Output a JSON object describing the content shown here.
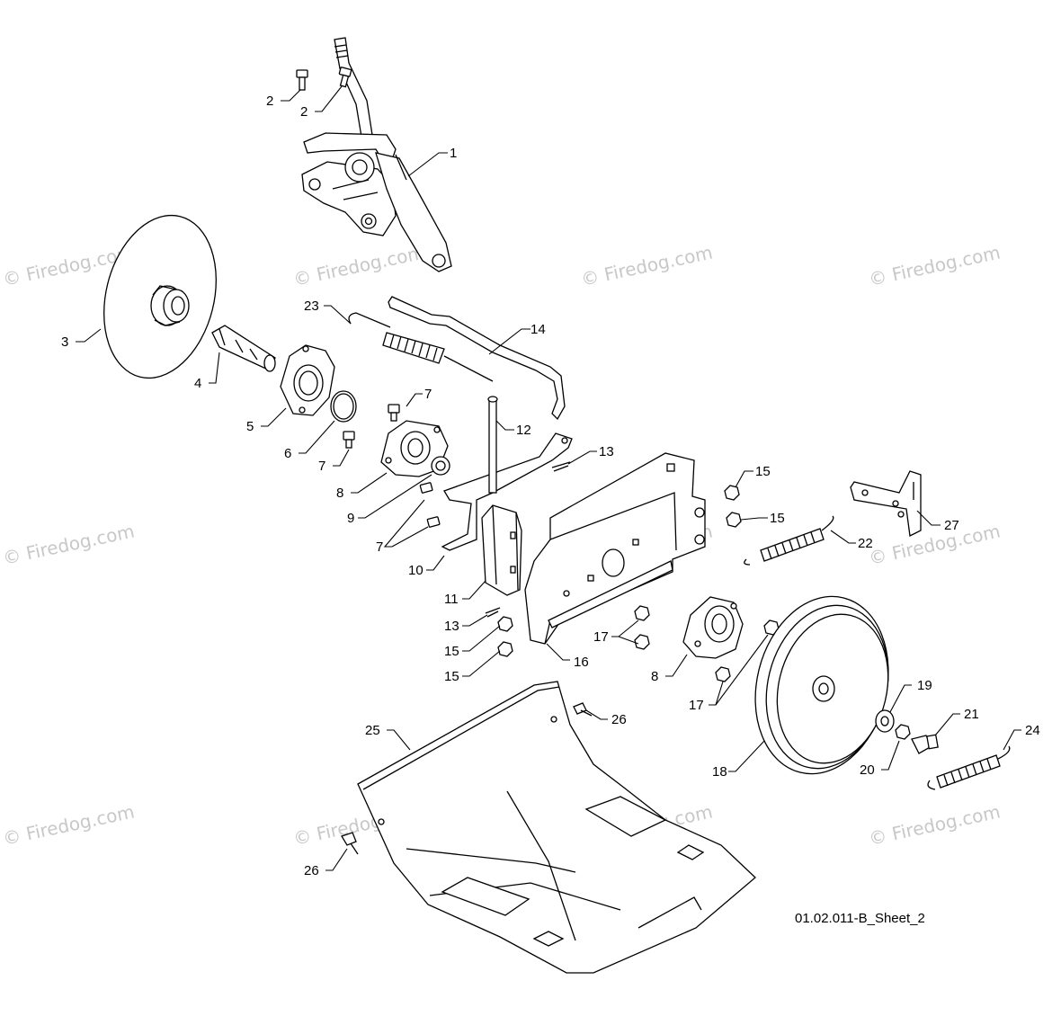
{
  "sheet_id": "01.02.011-B_Sheet_2",
  "watermark": "© Firedog.com",
  "callouts": {
    "c1": "1",
    "c2a": "2",
    "c2b": "2",
    "c3": "3",
    "c4": "4",
    "c5": "5",
    "c6": "6",
    "c7a": "7",
    "c7b": "7",
    "c7c": "7",
    "c8a": "8",
    "c8b": "8",
    "c9": "9",
    "c10": "10",
    "c11": "11",
    "c12": "12",
    "c13a": "13",
    "c13b": "13",
    "c14": "14",
    "c15a": "15",
    "c15b": "15",
    "c15c": "15",
    "c15d": "15",
    "c16": "16",
    "c17a": "17",
    "c17b": "17",
    "c18": "18",
    "c19": "19",
    "c20": "20",
    "c21": "21",
    "c22": "22",
    "c23": "23",
    "c24": "24",
    "c25": "25",
    "c26a": "26",
    "c26b": "26",
    "c27": "27"
  }
}
